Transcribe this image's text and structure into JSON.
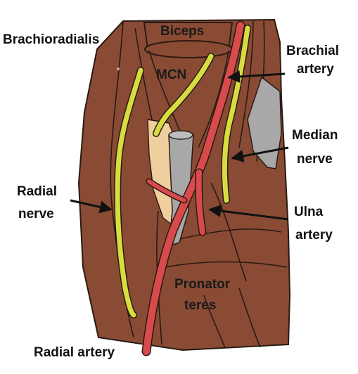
{
  "labels": {
    "brachioradialis": "Brachioradialis",
    "biceps": "Biceps",
    "mcn": "MCN",
    "brachial_artery": [
      "Brachial",
      "artery"
    ],
    "median_nerve": [
      "Median",
      "nerve"
    ],
    "radial_nerve": [
      "Radial",
      "nerve"
    ],
    "ulna_artery": [
      "Ulna",
      "artery"
    ],
    "pronator_teres": [
      "Pronator",
      "teres"
    ],
    "radial_artery": "Radial artery"
  },
  "colors": {
    "muscle": "#8a4b34",
    "muscle_outline": "#2a1a14",
    "nerve": "#d7dd3f",
    "artery": "#d94a4a",
    "tendon_bone": "#a8a8a8",
    "fat": "#f0cf9e",
    "label_text": "#111111"
  }
}
